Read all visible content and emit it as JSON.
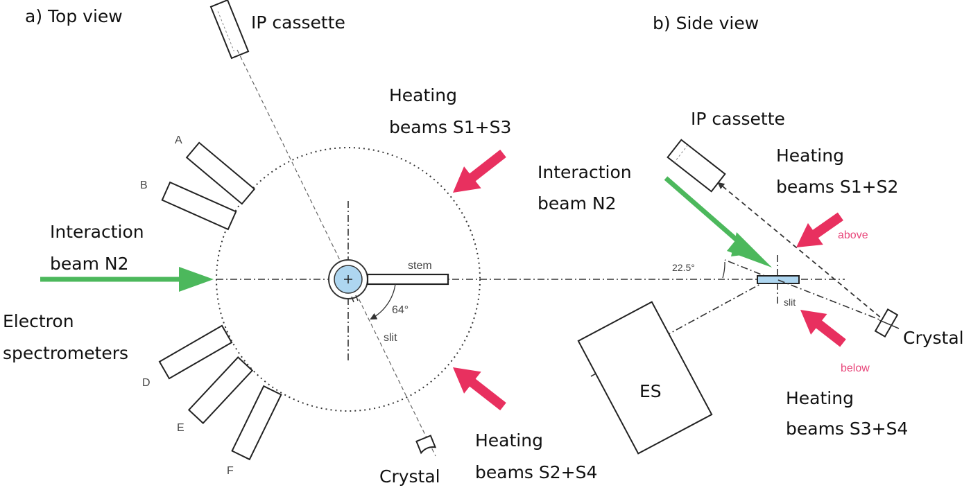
{
  "top_view": {
    "title": "a) Top view",
    "ip_cassette": "IP cassette",
    "heating_upper": [
      "Heating",
      "beams S1+S3"
    ],
    "heating_lower": [
      "Heating",
      "beams S2+S4"
    ],
    "interaction_beam": [
      "Interaction",
      "beam N2"
    ],
    "electron_spectrometers": [
      "Electron",
      "spectrometers"
    ],
    "spectrometer_labels": [
      "A",
      "B",
      "D",
      "E",
      "F"
    ],
    "stem": "stem",
    "slit": "slit",
    "angle": "64°",
    "crystal": "Crystal"
  },
  "side_view": {
    "title": "b) Side view",
    "ip_cassette": "IP cassette",
    "interaction_beam": [
      "Interaction",
      "beam N2"
    ],
    "heating_upper": [
      "Heating",
      "beams S1+S2"
    ],
    "heating_lower": [
      "Heating",
      "beams S3+S4"
    ],
    "above": "above",
    "below": "below",
    "angle": "22.5°",
    "slit": "slit",
    "crystal": "Crystal",
    "es": "ES"
  },
  "colors": {
    "green_arrow": "#4cb85c",
    "pink_arrow": "#e8305f",
    "target_fill": "#aed6f0"
  }
}
